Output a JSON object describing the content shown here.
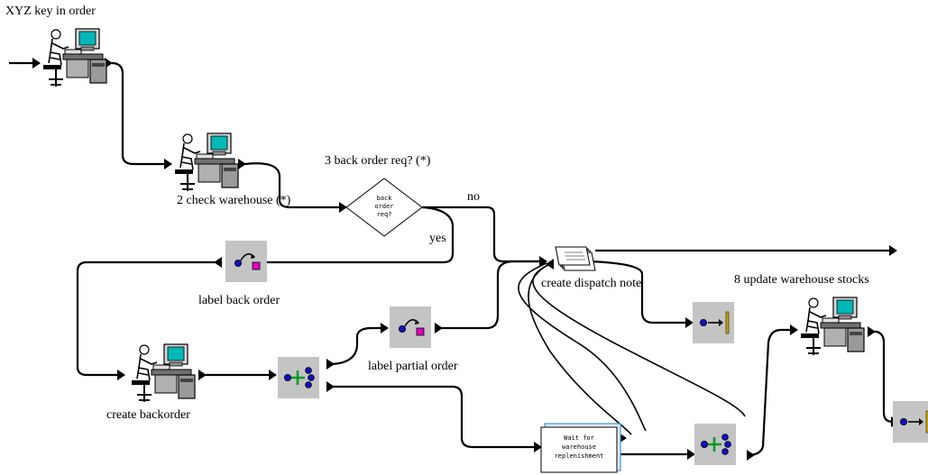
{
  "diagram": {
    "steps": {
      "key_in_order": {
        "label": "XYZ key in order",
        "icon": "workstation-person-icon"
      },
      "check_warehouse": {
        "label": "2 check warehouse (*)",
        "icon": "workstation-person-icon"
      },
      "back_order_decision": {
        "label": "3 back order req? (*)",
        "inner_text": [
          "back",
          "order",
          "req?"
        ],
        "icon": "decision-diamond-icon"
      },
      "label_back_order": {
        "label": "label back order",
        "icon": "label-action-icon"
      },
      "create_dispatch_note": {
        "label": "create dispatch note",
        "icon": "document-stack-icon"
      },
      "update_warehouse_stocks": {
        "label": "8 update warehouse stocks",
        "icon": "workstation-person-icon"
      },
      "label_partial_order": {
        "label": "label partial order",
        "icon": "label-action-icon"
      },
      "create_backorder": {
        "label": "create backorder",
        "icon": "workstation-person-icon"
      },
      "wait_replenishment": {
        "inner_text": [
          "Wait for",
          "warehouse",
          "replenishment"
        ],
        "icon": "wait-document-icon"
      }
    },
    "branches": {
      "no": "no",
      "yes": "yes"
    },
    "node_icons": {
      "split_1": "split-icon",
      "split_2": "split-icon",
      "end_1": "end-icon",
      "end_2": "end-icon"
    },
    "colors": {
      "box_fill": "#c4c4c4",
      "terminal_bar": "#c8a400",
      "label_square": "#e000c0",
      "dot": "#1010c8",
      "split_plus": "#0a9a2a",
      "monitor": "#00b8b8"
    }
  }
}
